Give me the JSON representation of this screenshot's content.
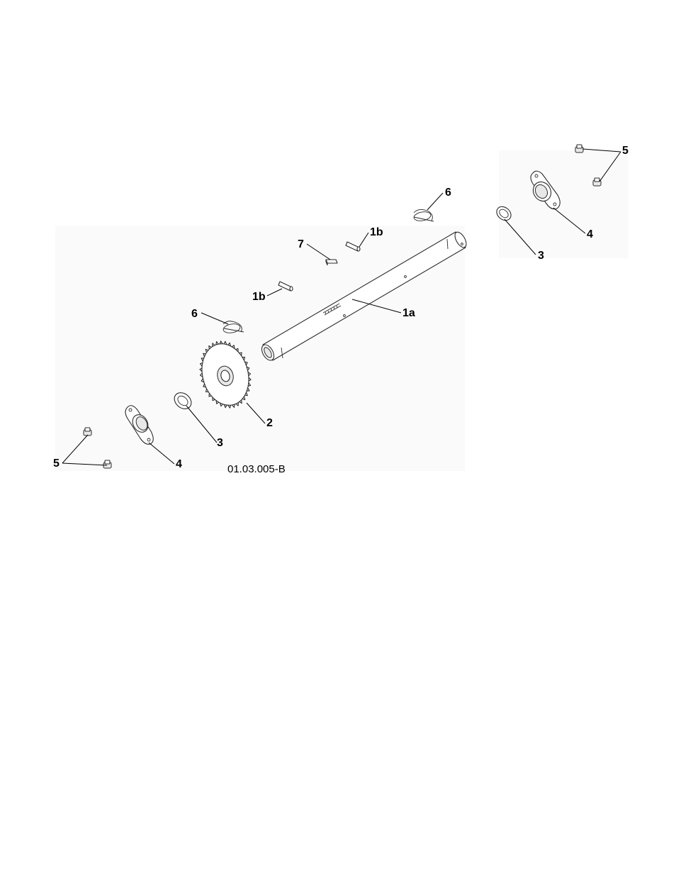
{
  "callouts": {
    "c_5_top": "5",
    "c_6_top": "6",
    "c_1b_top": "1b",
    "c_7": "7",
    "c_4_right": "4",
    "c_3_right": "3",
    "c_1b_mid": "1b",
    "c_6_left": "6",
    "c_1a": "1a",
    "c_2": "2",
    "c_3_left": "3",
    "c_4_left": "4",
    "c_5_left": "5"
  },
  "figure_reference": "01.03.005-B"
}
